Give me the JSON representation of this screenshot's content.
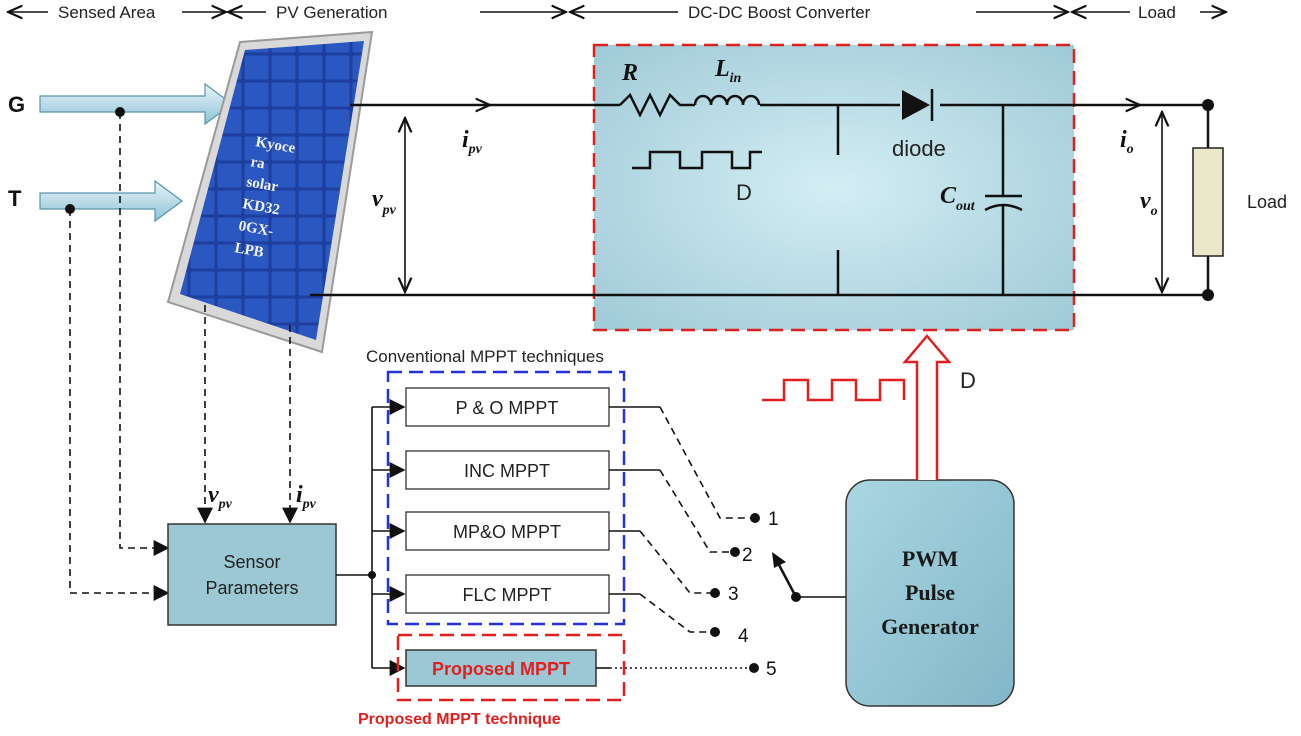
{
  "header": {
    "sensed_area": "Sensed Area",
    "pv_generation": "PV Generation",
    "converter": "DC-DC Boost Converter",
    "load": "Load"
  },
  "inputs": {
    "irradiance": "G",
    "temperature": "T"
  },
  "panel_label": [
    "Kyoce",
    "ra",
    "solar",
    "KD32",
    "0GX-",
    "LPB"
  ],
  "pv": {
    "current_symbol": "i",
    "current_sub": "pv",
    "voltage_symbol": "v",
    "voltage_sub": "pv"
  },
  "converter": {
    "resistor": "R",
    "inductor": "L",
    "inductor_sub": "in",
    "diode": "diode",
    "switch_signal": "D",
    "capacitor": "C",
    "capacitor_sub": "out"
  },
  "output": {
    "current_symbol": "i",
    "current_sub": "o",
    "voltage_symbol": "v",
    "voltage_sub": "o",
    "load_label": "Load"
  },
  "sensor_block": {
    "line1": "Sensor",
    "line2": "Parameters"
  },
  "conventional_group_title": "Conventional MPPT techniques",
  "mppt_blocks": [
    "P & O MPPT",
    "INC MPPT",
    "MP&O MPPT",
    "FLC MPPT"
  ],
  "proposed_block": "Proposed MPPT",
  "proposed_group_title": "Proposed MPPT technique",
  "switch_positions": [
    "1",
    "2",
    "3",
    "4",
    "5"
  ],
  "pwm_block": {
    "line1": "PWM",
    "line2": "Pulse",
    "line3": "Generator"
  },
  "duty_label": "D",
  "colors": {
    "converter_fill": "#a8d0dc",
    "block_fill": "#9cc7d4",
    "red_accent": "#e0201e",
    "blue_dash": "#2233dd",
    "panel_blue": "#1d3b9c"
  }
}
